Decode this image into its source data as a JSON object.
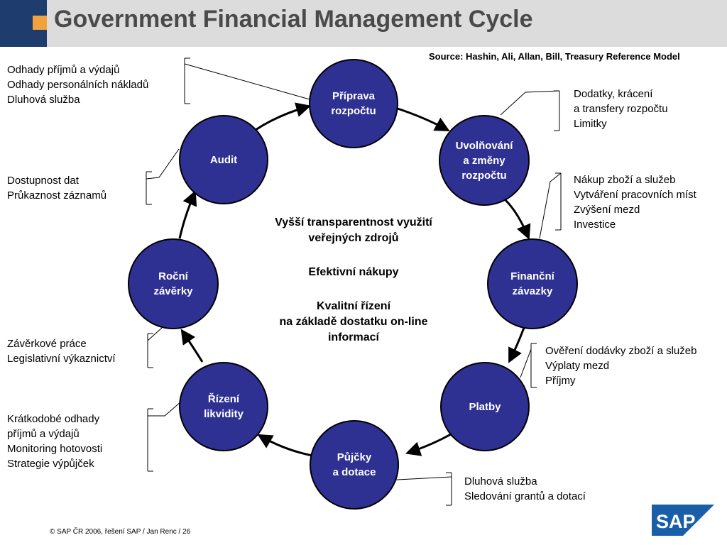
{
  "header": {
    "title": "Government Financial Management Cycle"
  },
  "source": "Source: Hashin, Ali, Allan, Bill, Treasury Reference Model",
  "stages": {
    "priprava": {
      "line1": "Příprava",
      "line2": "rozpočtu"
    },
    "uvolnovani": {
      "line1": "Uvolňování",
      "line2": "a změny",
      "line3": "rozpočtu"
    },
    "financni": {
      "line1": "Finanční",
      "line2": "závazky"
    },
    "platby": {
      "line1": "Platby"
    },
    "pujcky": {
      "line1": "Půjčky",
      "line2": "a dotace"
    },
    "rizeni": {
      "line1": "Řízení",
      "line2": "likvidity"
    },
    "rocni": {
      "line1": "Roční",
      "line2": "závěrky"
    },
    "audit": {
      "line1": "Audit"
    }
  },
  "notes": {
    "priprava": [
      "Odhady příjmů a výdajů",
      "Odhady personálních nákladů",
      "Dluhová služba"
    ],
    "uvolnovani": [
      "Dodatky, krácení",
      "a transfery rozpočtu",
      "Limitky"
    ],
    "financni": [
      "Nákup zboží a služeb",
      "Vytváření pracovních míst",
      "Zvýšení mezd",
      "Investice"
    ],
    "platby": [
      "Ověření dodávky zboží a služeb",
      "Výplaty mezd",
      "Příjmy"
    ],
    "pujcky": [
      "Dluhová služba",
      "Sledování grantů a dotací"
    ],
    "rizeni": [
      "Krátkodobé odhady",
      "příjmů a výdajů",
      "Monitoring hotovosti",
      "Strategie výpůjček"
    ],
    "rocni": [
      "Závěrkové práce",
      "Legislativní výkaznictví"
    ],
    "audit": [
      "Dostupnost dat",
      "Průkaznost záznamů"
    ]
  },
  "center": {
    "line1": "Vyšší transparentnost využití",
    "line2": "veřejných zdrojů",
    "line3": "Efektivní nákupy",
    "line4": "Kvalitní řízení",
    "line5": "na základě dostatku on-line",
    "line6": "informací"
  },
  "footer": "©   SAP ČR 2006, řešení SAP / Jan Renc / 26",
  "logo": {
    "text": "SAP",
    "color": "#1a5ea8"
  },
  "colors": {
    "stage_fill": "#2e3192",
    "accent": "#f0a23c",
    "header_dark": "#1f3c6e"
  }
}
